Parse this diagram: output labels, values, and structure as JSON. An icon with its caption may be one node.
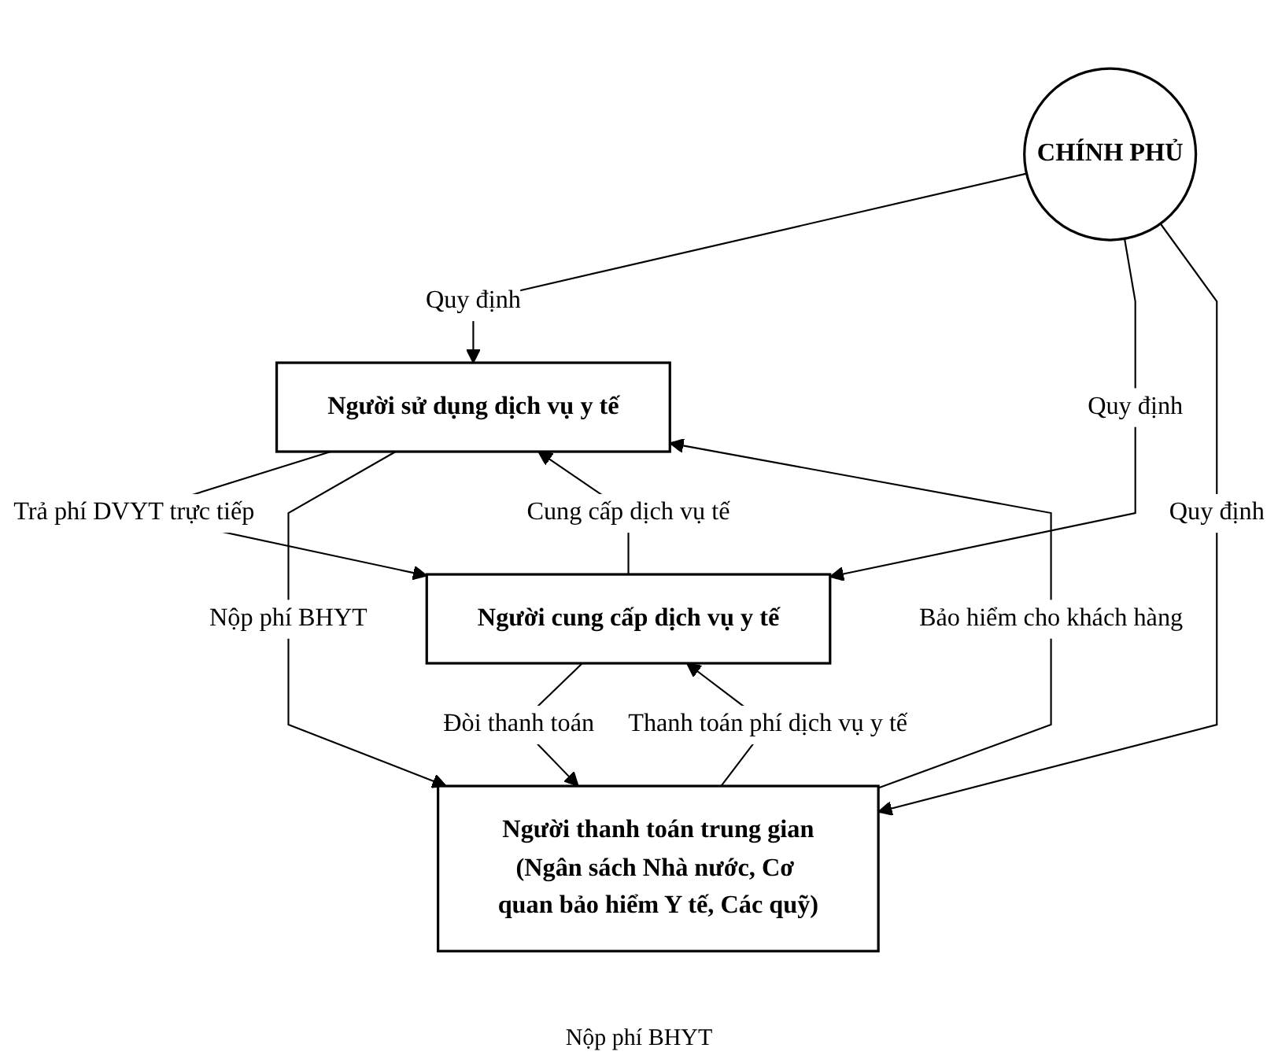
{
  "diagram": {
    "nodes": [
      {
        "text": [
          "Người sử dụng dịch vụ y tế"
        ]
      },
      {
        "text": [
          "Người cung cấp dịch vụ y tế"
        ]
      },
      {
        "text": [
          "CHÍNH PHỦ"
        ]
      },
      {
        "text": [
          "Người thanh toán trung gian",
          "(Ngân sách Nhà nước, Cơ quan bảo hiểm Y tế, Các quỹ)"
        ]
      }
    ],
    "edges": [
      {
        "from": 0,
        "to": 1,
        "arrow": "to",
        "label": "Trả phí DVYT trực tiếp"
      },
      {
        "from": 1,
        "to": 0,
        "arrow": "to",
        "label": "Cung cấp dịch vụ tế"
      },
      {
        "from": 2,
        "to": 0,
        "arrow": "to",
        "label": "Quy định"
      },
      {
        "from": 2,
        "to": 1,
        "arrow": "to",
        "label": "Quy định"
      },
      {
        "from": 0,
        "to": 3,
        "arrow": "to",
        "label": "Nộp phí BHYT"
      },
      {
        "from": 3,
        "to": 0,
        "arrow": "to",
        "label": "Bảo hiểm cho khách hàng"
      },
      {
        "from": 2,
        "to": 3,
        "arrow": "to",
        "label": "Quy định"
      },
      {
        "from": 1,
        "to": 3,
        "arrow": "to",
        "label": "Đòi thanh toán"
      },
      {
        "from": 3,
        "to": 1,
        "arrow": "to",
        "label": "Thanh toán phí dịch vụ y tế"
      }
    ],
    "labels": [
      "Nộp phí BHYT"
    ]
  }
}
